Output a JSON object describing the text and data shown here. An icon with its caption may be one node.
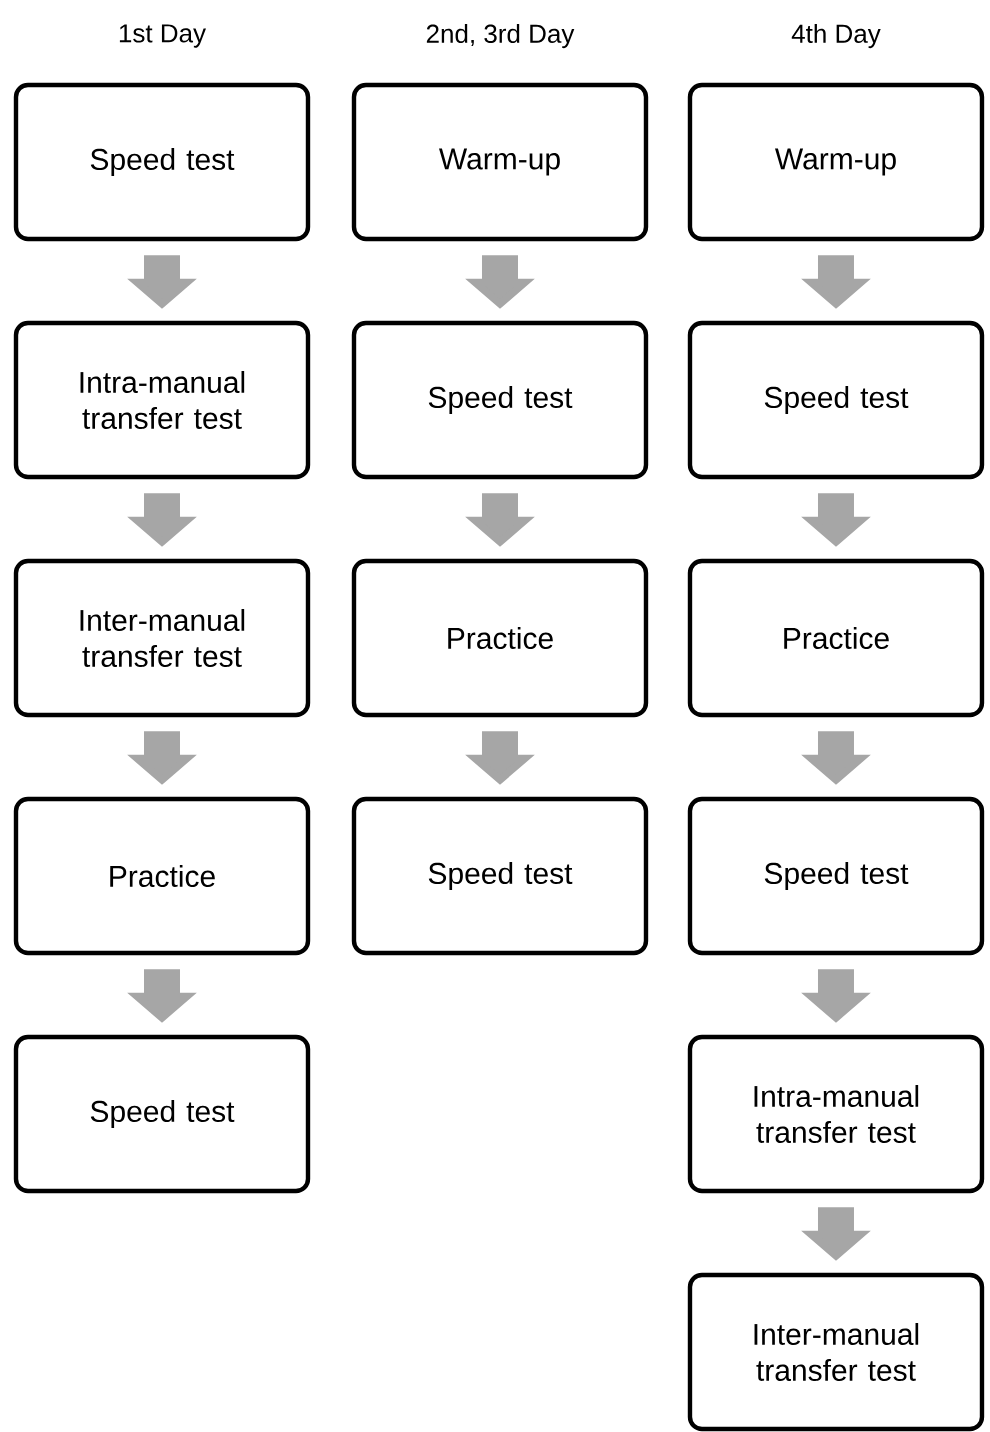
{
  "diagram": {
    "nodes": [
      {
        "text": [
          "Speed test"
        ]
      },
      {
        "text": [
          "Intra-manual transfer test"
        ]
      },
      {
        "text": [
          "Inter-manual transfer test"
        ]
      },
      {
        "text": [
          "Practice"
        ]
      },
      {
        "text": [
          "Speed test"
        ]
      },
      {
        "text": [
          "Warm-up"
        ]
      },
      {
        "text": [
          "Speed test"
        ]
      },
      {
        "text": [
          "Practice"
        ]
      },
      {
        "text": [
          "Speed test"
        ]
      },
      {
        "text": [
          "Warm-up"
        ]
      },
      {
        "text": [
          "Speed test"
        ]
      },
      {
        "text": [
          "Practice"
        ]
      },
      {
        "text": [
          "Speed test"
        ]
      },
      {
        "text": [
          "Intra-manual transfer test"
        ]
      },
      {
        "text": [
          "Inter-manual transfer test"
        ]
      }
    ],
    "edges": [
      {
        "from": 0,
        "to": 1,
        "arrow": "to"
      },
      {
        "from": 1,
        "to": 2,
        "arrow": "to"
      },
      {
        "from": 2,
        "to": 3,
        "arrow": "to"
      },
      {
        "from": 3,
        "to": 4,
        "arrow": "to"
      },
      {
        "from": 5,
        "to": 6,
        "arrow": "to"
      },
      {
        "from": 6,
        "to": 7,
        "arrow": "to"
      },
      {
        "from": 7,
        "to": 8,
        "arrow": "to"
      },
      {
        "from": 9,
        "to": 10,
        "arrow": "to"
      },
      {
        "from": 10,
        "to": 11,
        "arrow": "to"
      },
      {
        "from": 11,
        "to": 12,
        "arrow": "to"
      },
      {
        "from": 12,
        "to": 13,
        "arrow": "to"
      },
      {
        "from": 13,
        "to": 14,
        "arrow": "to"
      }
    ],
    "labels": [
      "1st Day",
      "2nd, 3rd Day",
      "4th Day"
    ]
  }
}
